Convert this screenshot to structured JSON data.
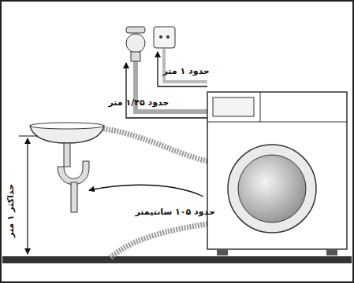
{
  "diagram": {
    "labels": [
      "حدود ۱ متر",
      "حدود ۱/۴۵ متر",
      "حدود ۱۰۵ سانتیمتر",
      "حداکثر ۱ متر"
    ]
  }
}
